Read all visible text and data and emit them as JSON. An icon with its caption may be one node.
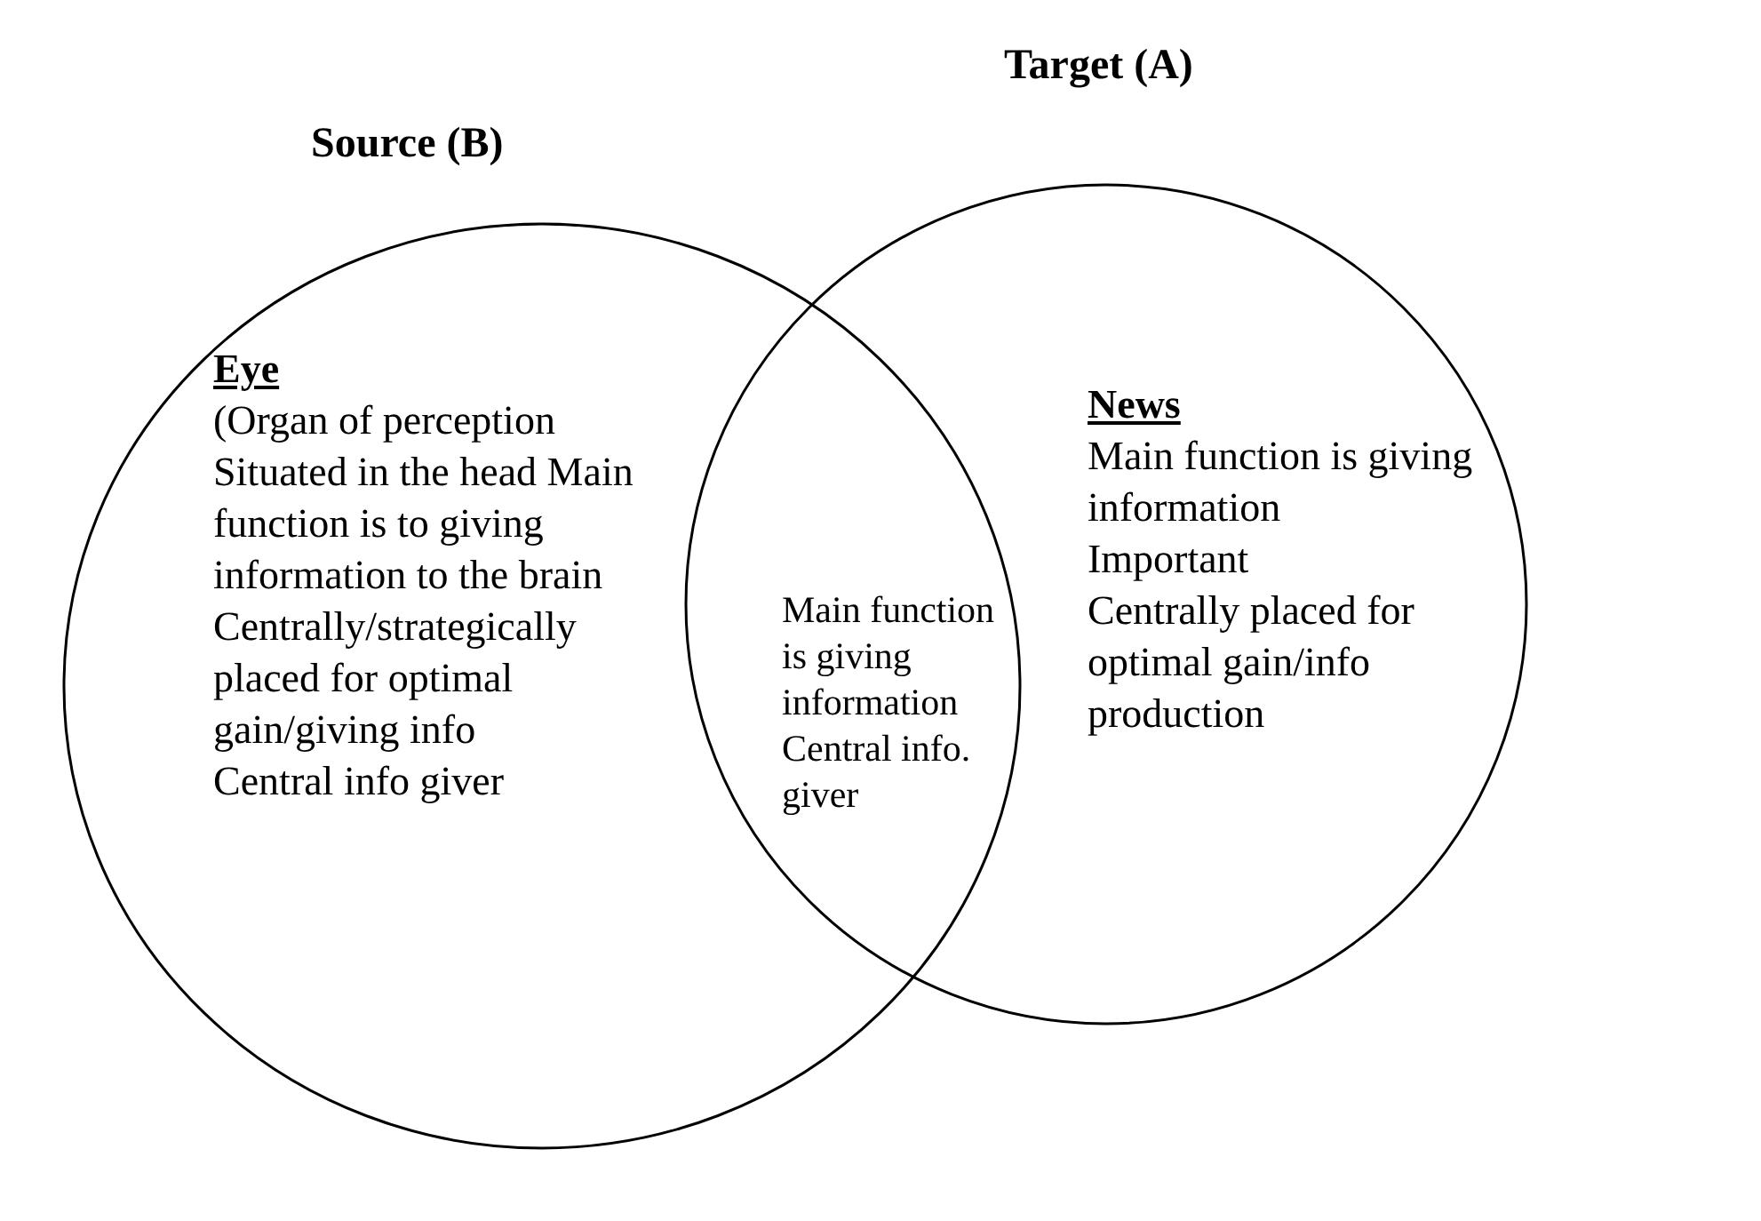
{
  "diagram": {
    "nodes": [
      {
        "text": [
          "Source (B)",
          "Eye",
          "(Organ of perception Situated in the head Main function is to giving information to the brain",
          "Centrally/strategically placed for optimal gain/giving info",
          "Central info giver"
        ]
      },
      {
        "text": [
          "Target (A)",
          "News",
          "Main function is giving information",
          "Important",
          "Centrally placed for optimal gain/info production"
        ]
      },
      {
        "text": [
          "Main function is giving information",
          "Central info. giver"
        ]
      }
    ],
    "edges": []
  }
}
